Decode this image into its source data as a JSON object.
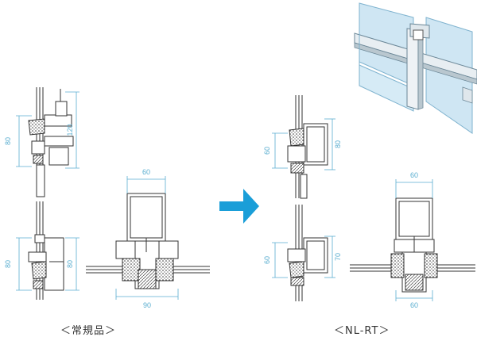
{
  "captions": {
    "left": "＜常規品＞",
    "right": "＜NL-RT＞"
  },
  "dims": {
    "std_upper_left": "80",
    "std_upper_right": "120",
    "std_lower_left": "80",
    "std_lower_right": "80",
    "std_plan_top": "60",
    "std_plan_bottom": "90",
    "nl_upper_left": "60",
    "nl_upper_right": "80",
    "nl_lower_left": "60",
    "nl_lower_right": "70",
    "nl_plan_top": "60",
    "nl_plan_bottom": "60"
  },
  "colors": {
    "dimension": "#5aaed0",
    "arrow": "#1a9ed8",
    "line": "#333333"
  },
  "icons": {
    "arrow": "arrow-right-icon"
  }
}
